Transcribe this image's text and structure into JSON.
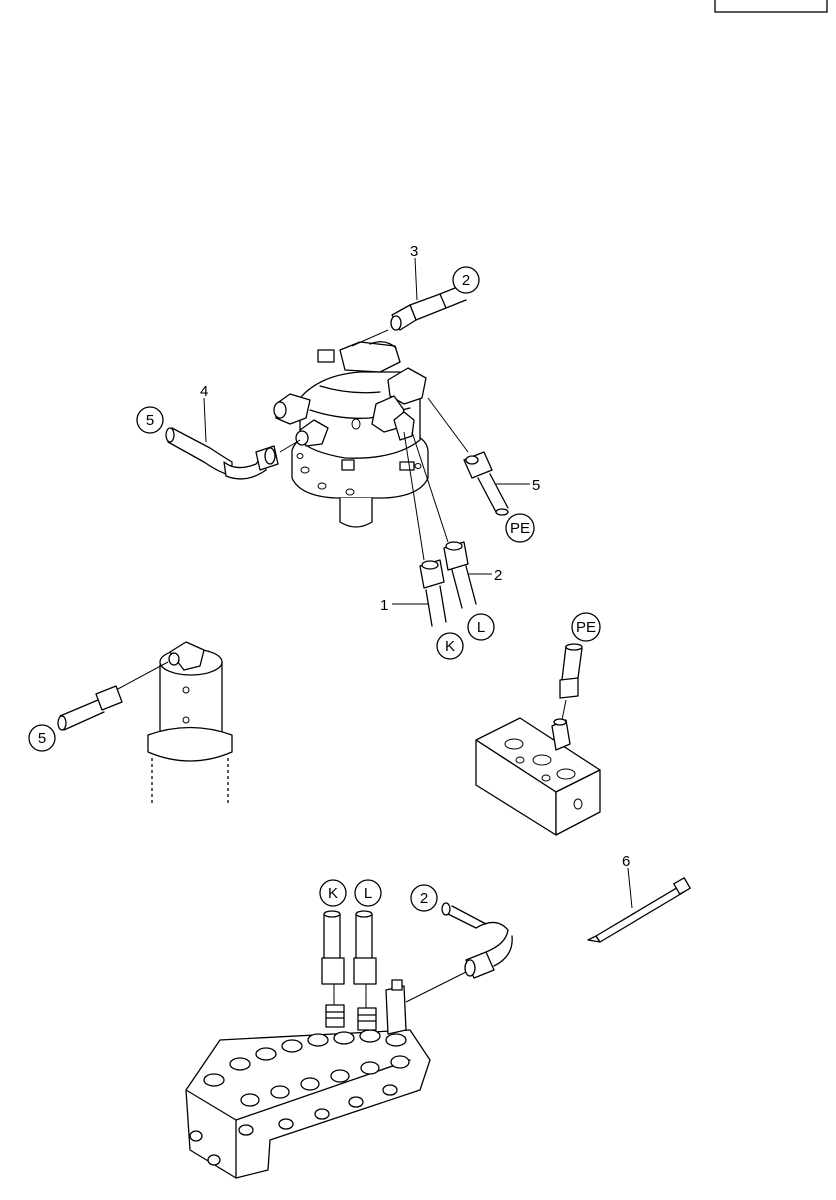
{
  "header_box": "",
  "item_numbers": {
    "n1": "1",
    "n2a": "2",
    "n3": "3",
    "n4": "4",
    "n5a": "5",
    "n6": "6"
  },
  "callouts": {
    "c_2_top": "2",
    "c_5_left_top": "5",
    "c_pe_top": "PE",
    "c_k_top": "K",
    "c_l_top": "L",
    "c_pe_block": "PE",
    "c_5_cyl": "5",
    "c_k_bottom": "K",
    "c_l_bottom": "L",
    "c_2_bottom": "2"
  }
}
